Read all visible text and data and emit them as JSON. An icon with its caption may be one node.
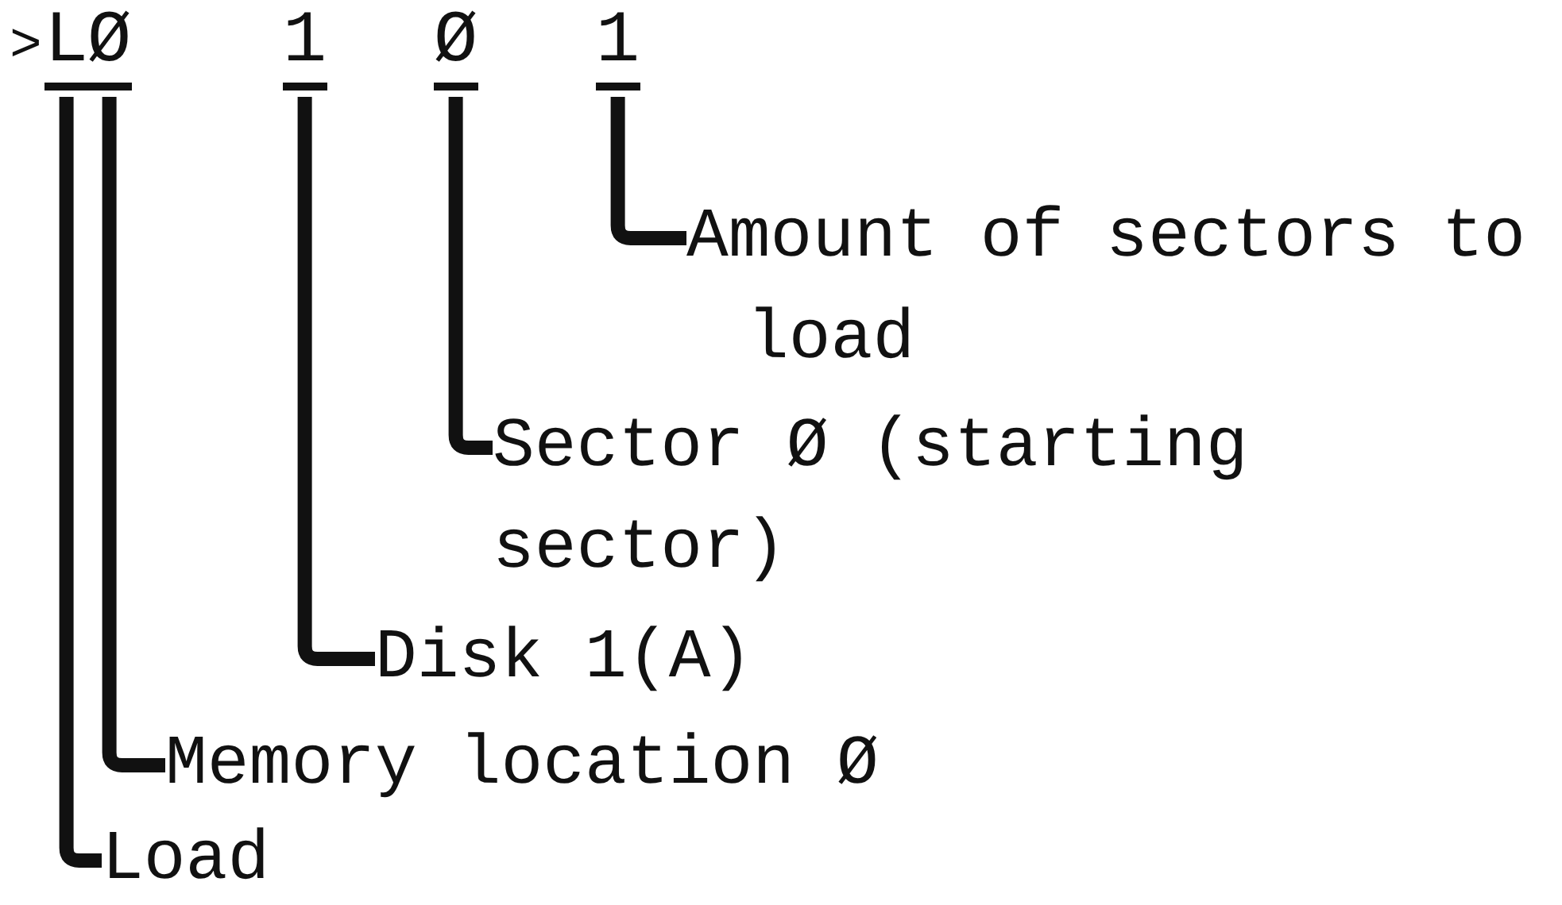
{
  "diagram": {
    "nodes": [
      {
        "text": [
          "L"
        ]
      },
      {
        "text": [
          "Ø"
        ]
      },
      {
        "text": [
          "1"
        ]
      },
      {
        "text": [
          "Ø"
        ]
      },
      {
        "text": [
          "1"
        ]
      },
      {
        "text": [
          "Amount of sectors to load"
        ]
      },
      {
        "text": [
          "Sector Ø (starting sector)"
        ]
      },
      {
        "text": [
          "Disk 1(A)"
        ]
      },
      {
        "text": [
          "Memory location Ø"
        ]
      },
      {
        "text": [
          "Load"
        ]
      }
    ],
    "edges": [
      {
        "from": 5,
        "to": 4,
        "arrow": "none"
      },
      {
        "from": 6,
        "to": 3,
        "arrow": "none"
      },
      {
        "from": 7,
        "to": 2,
        "arrow": "none"
      },
      {
        "from": 8,
        "to": 1,
        "arrow": "none"
      },
      {
        "from": 9,
        "to": 0,
        "arrow": "none"
      }
    ],
    "labels": [
      ">"
    ]
  }
}
